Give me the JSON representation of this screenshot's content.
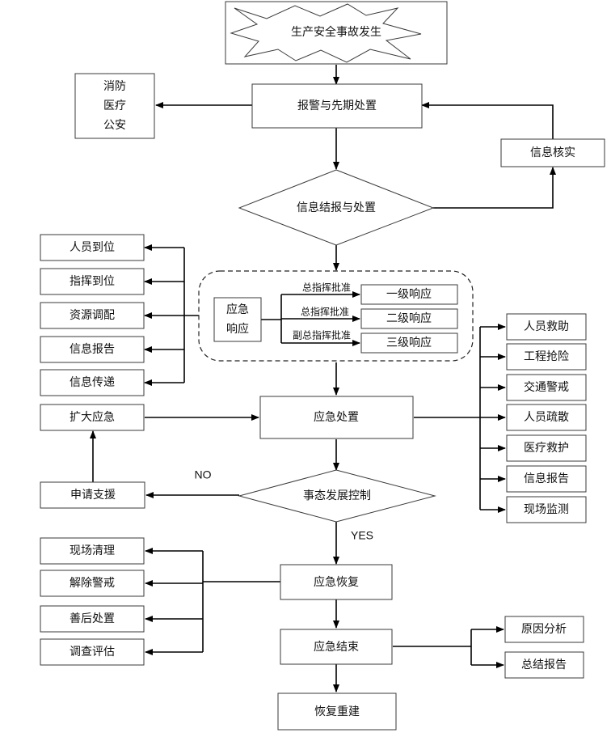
{
  "nodes": {
    "start": "生产安全事故发生",
    "alarm": "报警与先期处置",
    "external": [
      "消防",
      "医疗",
      "公安"
    ],
    "verify": "信息核实",
    "report_decision": "信息结报与处置",
    "respond_center": [
      "应急",
      "响应"
    ],
    "level1": "一级响应",
    "level2": "二级响应",
    "level3": "三级响应",
    "approve1": "总指挥批准",
    "approve2": "总指挥批准",
    "approve3": "副总指挥批准",
    "left_a": [
      "人员到位",
      "指挥到位",
      "资源调配",
      "信息报告",
      "信息传递"
    ],
    "expand": "扩大应急",
    "dispose": "应急处置",
    "right_a": [
      "人员救助",
      "工程抢险",
      "交通警戒",
      "人员疏散",
      "医疗救护",
      "信息报告",
      "现场监测"
    ],
    "apply": "申请支援",
    "control": "事态发展控制",
    "no": "NO",
    "yes": "YES",
    "recover": "应急恢复",
    "left_b": [
      "现场清理",
      "解除警戒",
      "善后处置",
      "调查评估"
    ],
    "end": "应急结束",
    "right_b": [
      "原因分析",
      "总结报告"
    ],
    "rebuild": "恢复重建"
  }
}
